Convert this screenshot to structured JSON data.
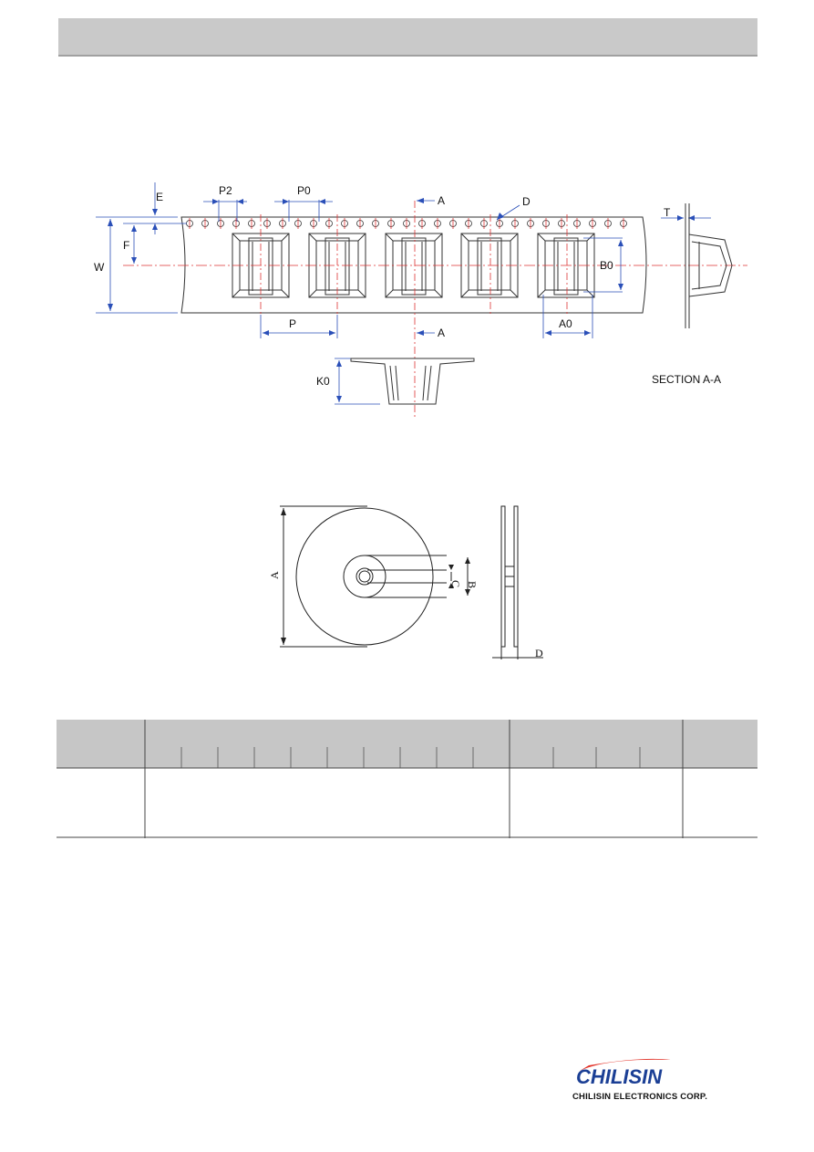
{
  "tape_diagram": {
    "labels": {
      "E": "E",
      "P2": "P2",
      "P0": "P0",
      "A_top": "A",
      "D": "D",
      "T": "T",
      "W": "W",
      "F": "F",
      "B0": "B0",
      "P": "P",
      "A_bottom": "A",
      "A0": "A0",
      "K0": "K0",
      "section": "SECTION A-A"
    }
  },
  "reel_diagram": {
    "labels": {
      "A": "A",
      "B": "B",
      "C": "C",
      "D": "D"
    }
  },
  "table": {
    "header_color": "#c6c6c6",
    "rows": [
      [
        "",
        "",
        "",
        ""
      ]
    ]
  },
  "company": {
    "logo_text": "CHILISIN",
    "name": "CHILISIN ELECTRONICS CORP.",
    "logo_color": "#1b3f95",
    "accent_color": "#e23127"
  }
}
